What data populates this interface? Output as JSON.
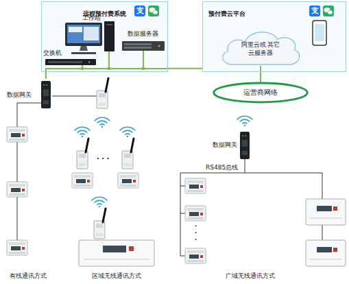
{
  "diagram": {
    "nodes": [
      {
        "text": [
          "远程预付费系统"
        ]
      },
      {
        "text": [
          "预付费云平台"
        ]
      },
      {
        "text": [
          "阿里云或 其它云服务器"
        ],
        "in": 1
      },
      {
        "text": [
          "运营商网络"
        ]
      },
      {
        "text": [
          "数据网关"
        ]
      },
      {
        "text": [
          "数据网关"
        ]
      }
    ],
    "edges": [
      {
        "from": 0,
        "to": 1,
        "arrow": "none"
      },
      {
        "from": 0,
        "to": 4,
        "arrow": "none"
      },
      {
        "from": 2,
        "to": 3,
        "arrow": "none"
      }
    ],
    "labels": [
      "工作站",
      "数据服务器",
      "交换机",
      "支",
      "支",
      "· · ·",
      "· · ·",
      "RS485总线",
      "有线通讯方式",
      "区域无线通讯方式",
      "广域无线通讯方式"
    ]
  }
}
